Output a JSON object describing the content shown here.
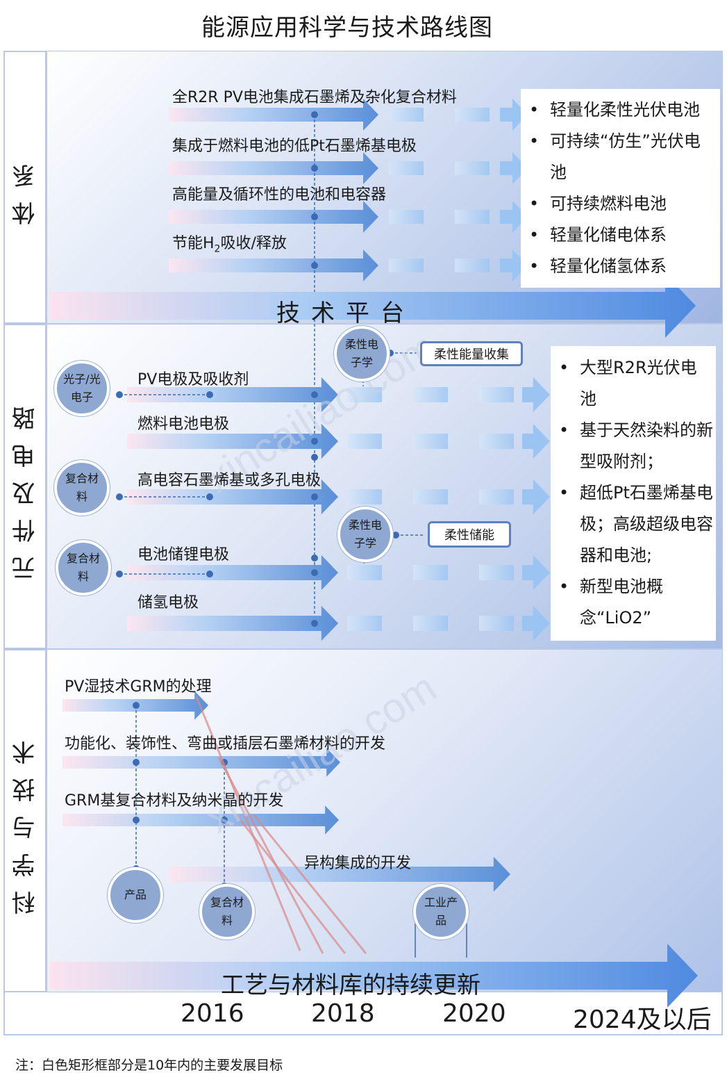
{
  "title": "能源应用科学与技术路线图",
  "sections": {
    "system": "体系",
    "components": "元件及电路",
    "science": "科学与技术"
  },
  "system_rows": [
    "全R2R PV电池集成石墨烯及杂化复合材料",
    "集成于燃料电池的低Pt石墨烯基电极",
    "高能量及循环性的电池和电容器"
  ],
  "system_row4": {
    "prefix": "节能H",
    "sub": "2",
    "suffix": "吸收/释放"
  },
  "system_goals": [
    "轻量化柔性光伏电池",
    "可持续“仿生”光伏电池",
    "可持续燃料电池",
    "轻量化储电体系",
    "轻量化储氢体系"
  ],
  "platform_label": "技术平台",
  "component_rows": [
    "PV电极及吸收剂",
    "燃料电池电极",
    "高电容石墨烯基或多孔电极",
    "电池储锂电极",
    "储氢电极"
  ],
  "component_circles": {
    "photon": "光子/光电子",
    "composite1": "复合材料",
    "composite2": "复合材料",
    "flex1": "柔性电子学",
    "flex2": "柔性电子学"
  },
  "component_boxes": {
    "harvest": "柔性能量收集",
    "storage": "柔性储能"
  },
  "component_goals": [
    "大型R2R光伏电池",
    "基于天然染料的新型吸附剂；",
    "超低Pt石墨烯基电极；高级超级电容器和电池;",
    "新型电池概念“LiO2”"
  ],
  "science_rows": [
    "PV湿技术GRM的处理",
    "功能化、装饰性、弯曲或插层石墨烯材料的开发",
    "GRM基复合材料及纳米晶的开发",
    "异构集成的开发"
  ],
  "science_circles": {
    "product": "产品",
    "composite": "复合材料",
    "industrial": "工业产品"
  },
  "process_label": "工艺与材料库的持续更新",
  "years": [
    "2016",
    "2018",
    "2020",
    "2024及以后"
  ],
  "watermark": "xincailiao.com",
  "note": "注：白色矩形框部分是10年内的主要发展目标",
  "colors": {
    "arrow": "#5a8fd8",
    "arrow_light": "#9cc4f2",
    "circle": "#8fa8d2",
    "box_border": "#5f80bf",
    "red_line": "#d98a8a"
  }
}
